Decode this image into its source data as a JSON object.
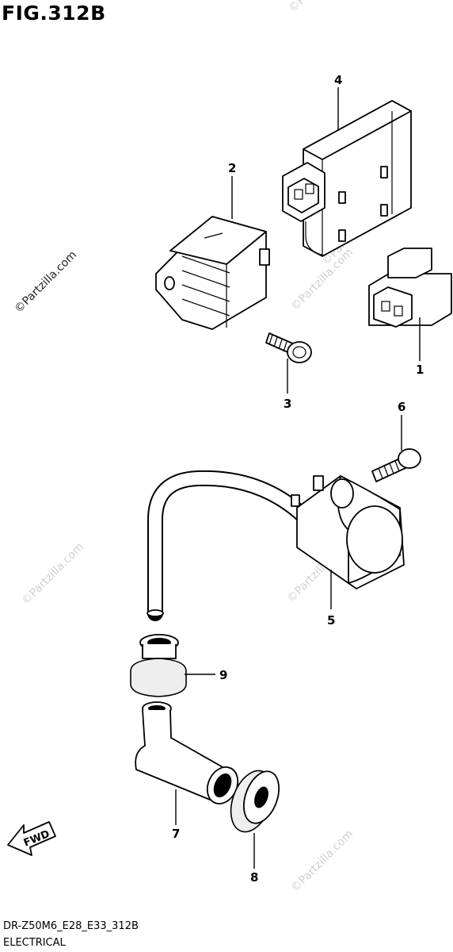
{
  "figure": {
    "title": "FIG.312B"
  },
  "watermark": {
    "text": "©Partzilla.com"
  },
  "callouts": [
    {
      "id": "1",
      "label": "1"
    },
    {
      "id": "2",
      "label": "2"
    },
    {
      "id": "3",
      "label": "3"
    },
    {
      "id": "4",
      "label": "4"
    },
    {
      "id": "5",
      "label": "5"
    },
    {
      "id": "6",
      "label": "6"
    },
    {
      "id": "7",
      "label": "7"
    },
    {
      "id": "8",
      "label": "8"
    },
    {
      "id": "9",
      "label": "9"
    }
  ],
  "fwd": {
    "label": "FWD"
  },
  "footer": {
    "code": "DR-Z50M6_E28_E33_312B",
    "name": "ELECTRICAL"
  }
}
